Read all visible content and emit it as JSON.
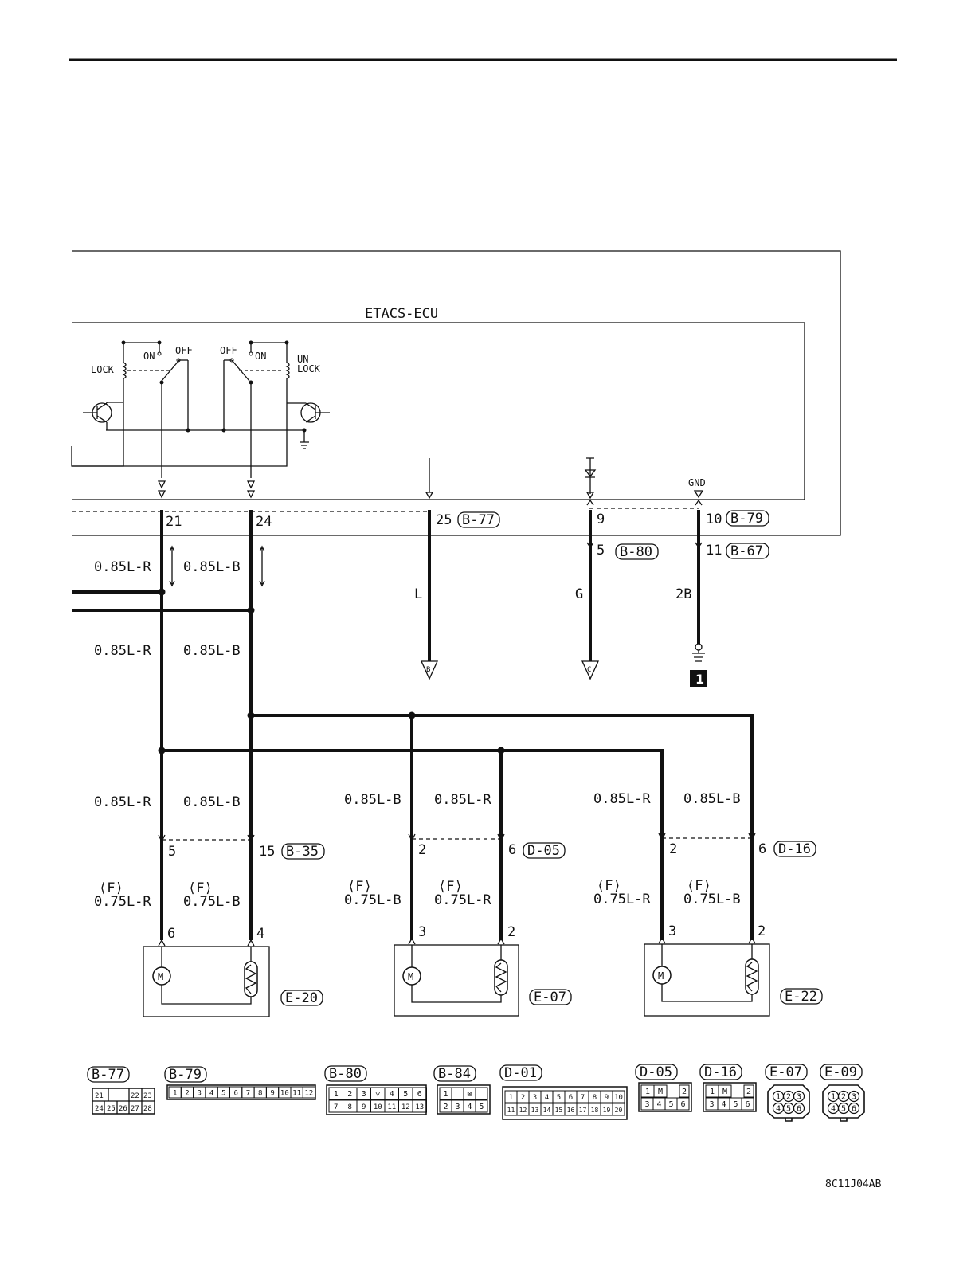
{
  "ecu": {
    "name": "ETACS-ECU",
    "lock_label": "LOCK",
    "unlock_label": "UN\nLOCK",
    "on": "ON",
    "off": "OFF",
    "gnd": "GND"
  },
  "ecu_pins": [
    {
      "pin": "21"
    },
    {
      "pin": "24"
    },
    {
      "pin": "25",
      "connector": "B-77"
    },
    {
      "pin": "9"
    },
    {
      "pin": "10",
      "connector": "B-79"
    }
  ],
  "lower_pins": [
    {
      "pin": "5",
      "connector": "B-80"
    },
    {
      "pin": "11",
      "connector": "B-67"
    }
  ],
  "wires": {
    "upper_left": [
      "0.85L-R",
      "0.85L-B"
    ],
    "mid_left": [
      "0.85L-R",
      "0.85L-B"
    ],
    "b_wire": "L",
    "c_wire": "G",
    "gnd_wire": "2B",
    "arrow_b": "B",
    "arrow_c": "C",
    "ground_number": "1"
  },
  "actuator_groups": [
    {
      "wire_a": "0.85L-R",
      "wire_b": "0.85L-B",
      "pin_a": "5",
      "pin_b": "15",
      "junction": "B-35",
      "sub_a": "0.75L-R",
      "sub_b": "0.75L-B",
      "f_a": "⟨F⟩",
      "f_b": "⟨F⟩",
      "term_a": "6",
      "term_b": "4",
      "device": "E-20"
    },
    {
      "wire_a": "0.85L-B",
      "wire_b": "0.85L-R",
      "pin_a": "2",
      "pin_b": "6",
      "junction": "D-05",
      "sub_a": "0.75L-B",
      "sub_b": "0.75L-R",
      "f_a": "⟨F⟩",
      "f_b": "⟨F⟩",
      "term_a": "3",
      "term_b": "2",
      "device": "E-07"
    },
    {
      "wire_a": "0.85L-R",
      "wire_b": "0.85L-B",
      "pin_a": "2",
      "pin_b": "6",
      "junction": "D-16",
      "sub_a": "0.75L-R",
      "sub_b": "0.75L-B",
      "f_a": "⟨F⟩",
      "f_b": "⟨F⟩",
      "term_a": "3",
      "term_b": "2",
      "device": "E-22"
    }
  ],
  "connectors_legend": [
    {
      "name": "B-77",
      "rows": [
        [
          "21",
          "",
          "22",
          "23"
        ],
        [
          "24",
          "25",
          "26",
          "27",
          "28"
        ]
      ]
    },
    {
      "name": "B-79",
      "rows": [
        [
          "1",
          "2",
          "3",
          "4",
          "5",
          "6",
          "7",
          "8",
          "9",
          "10",
          "11",
          "12"
        ]
      ]
    },
    {
      "name": "B-80",
      "rows": [
        [
          "1",
          "2",
          "3",
          "▽",
          "4",
          "5",
          "6"
        ],
        [
          "7",
          "8",
          "9",
          "10",
          "11",
          "12",
          "13"
        ]
      ]
    },
    {
      "name": "B-84",
      "rows": [
        [
          "1",
          "",
          "⊠",
          ""
        ],
        [
          "2",
          "3",
          "4",
          "5"
        ]
      ]
    },
    {
      "name": "D-01",
      "rows": [
        [
          "1",
          "2",
          "3",
          "4",
          "5",
          "6",
          "7",
          "8",
          "9",
          "10"
        ],
        [
          "11",
          "12",
          "13",
          "14",
          "15",
          "16",
          "17",
          "18",
          "19",
          "20"
        ]
      ]
    },
    {
      "name": "D-05",
      "rows": [
        [
          "1",
          "M",
          "2"
        ],
        [
          "3",
          "4",
          "5",
          "6"
        ]
      ]
    },
    {
      "name": "D-16",
      "rows": [
        [
          "1",
          "M",
          "2"
        ],
        [
          "3",
          "4",
          "5",
          "6"
        ]
      ]
    },
    {
      "name": "E-07",
      "rows": [
        [
          "1",
          "2",
          "3"
        ],
        [
          "4",
          "5",
          "6"
        ]
      ]
    },
    {
      "name": "E-09",
      "rows": [
        [
          "1",
          "2",
          "3"
        ],
        [
          "4",
          "5",
          "6"
        ]
      ]
    }
  ],
  "figure_code": "8C11J04AB"
}
